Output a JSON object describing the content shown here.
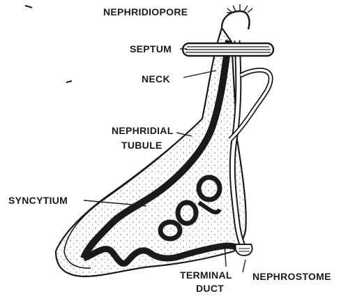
{
  "labels": {
    "nephridiopore": "NEPHRIDIOPORE",
    "septum": "SEPTUM",
    "neck": "NECK",
    "tubule_line1": "NEPHRIDIAL",
    "tubule_line2": "TUBULE",
    "syncytium": "SYNCYTIUM",
    "terminal_line1": "TERMINAL",
    "terminal_line2": "DUCT",
    "nephrostome": "NEPHROSTOME"
  },
  "colors": {
    "ink": "#1a1a1a",
    "background": "#ffffff"
  }
}
